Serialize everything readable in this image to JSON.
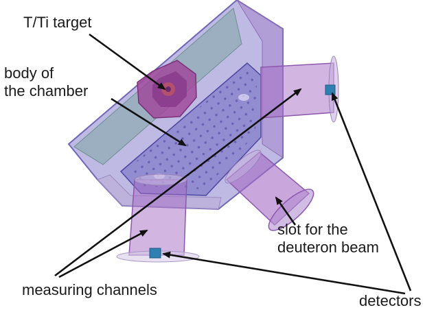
{
  "labels": {
    "target": "T/Ti target",
    "body_line1": "body of",
    "body_line2": "the chamber",
    "slot_line1": "slot for the",
    "slot_line2": "deuteron beam",
    "measuring": "measuring channels",
    "detectors": "detectors"
  },
  "colors": {
    "chamber_fill": "#7f73c9",
    "chamber_edge": "#6456b0",
    "channel_fill": "#a56bc4",
    "target_fill": "#a04a9a",
    "teal_panel": "#7fa6a6",
    "detector_fill": "#2f7fb0",
    "arrow": "#111111"
  }
}
